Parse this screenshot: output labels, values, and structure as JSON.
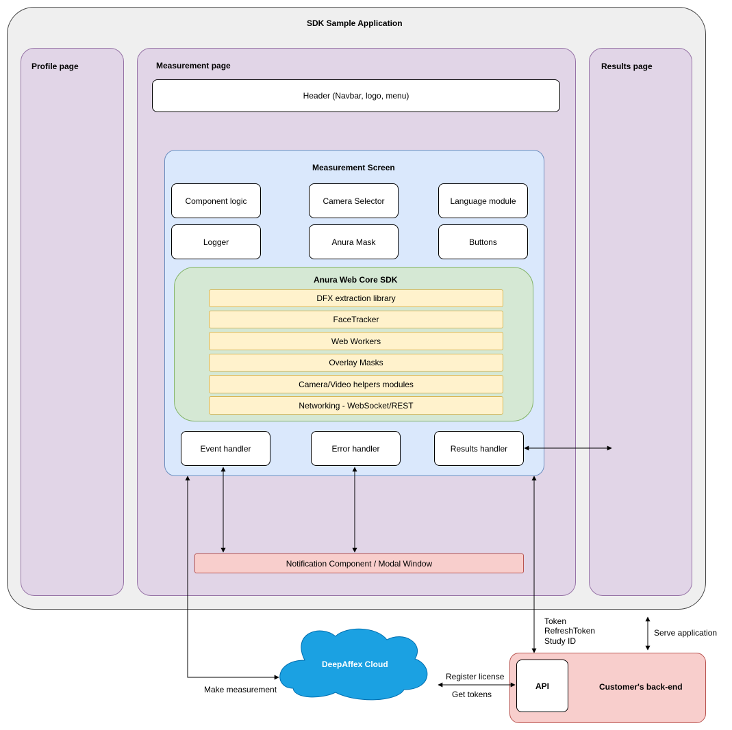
{
  "app_title": "SDK Sample Application",
  "pages": {
    "profile": "Profile page",
    "measurement": "Measurement page",
    "results": "Results page"
  },
  "header_box": "Header (Navbar, logo, menu)",
  "measurement_screen": {
    "title": "Measurement Screen",
    "modules": [
      "Component logic",
      "Camera Selector",
      "Language module",
      "Logger",
      "Anura Mask",
      "Buttons"
    ],
    "handlers": [
      "Event handler",
      "Error handler",
      "Results handler"
    ]
  },
  "core_sdk": {
    "title": "Anura Web Core SDK",
    "libraries": [
      "DFX extraction library",
      "FaceTracker",
      "Web Workers",
      "Overlay Masks",
      "Camera/Video helpers modules",
      "Networking - WebSocket/REST"
    ]
  },
  "notification": "Notification Component / Modal Window",
  "cloud": "DeepAffex Cloud",
  "backend": {
    "title": "Customer's back-end",
    "api": "API"
  },
  "edge_labels": {
    "make_measurement": "Make measurement",
    "register_license": "Register license",
    "get_tokens": "Get tokens",
    "token": "Token",
    "refresh_token": "RefreshToken",
    "study_id": "Study ID",
    "serve_application": "Serve application"
  },
  "colors": {
    "app_bg": "#efefef",
    "page_fill": "#e1d5e7",
    "screen_fill": "#dae8fc",
    "sdk_fill": "#d5e8d4",
    "library_fill": "#fff2cc",
    "notification_fill": "#f8cecc",
    "cloud_fill": "#1ba1e2",
    "backend_fill": "#f8cecc"
  }
}
